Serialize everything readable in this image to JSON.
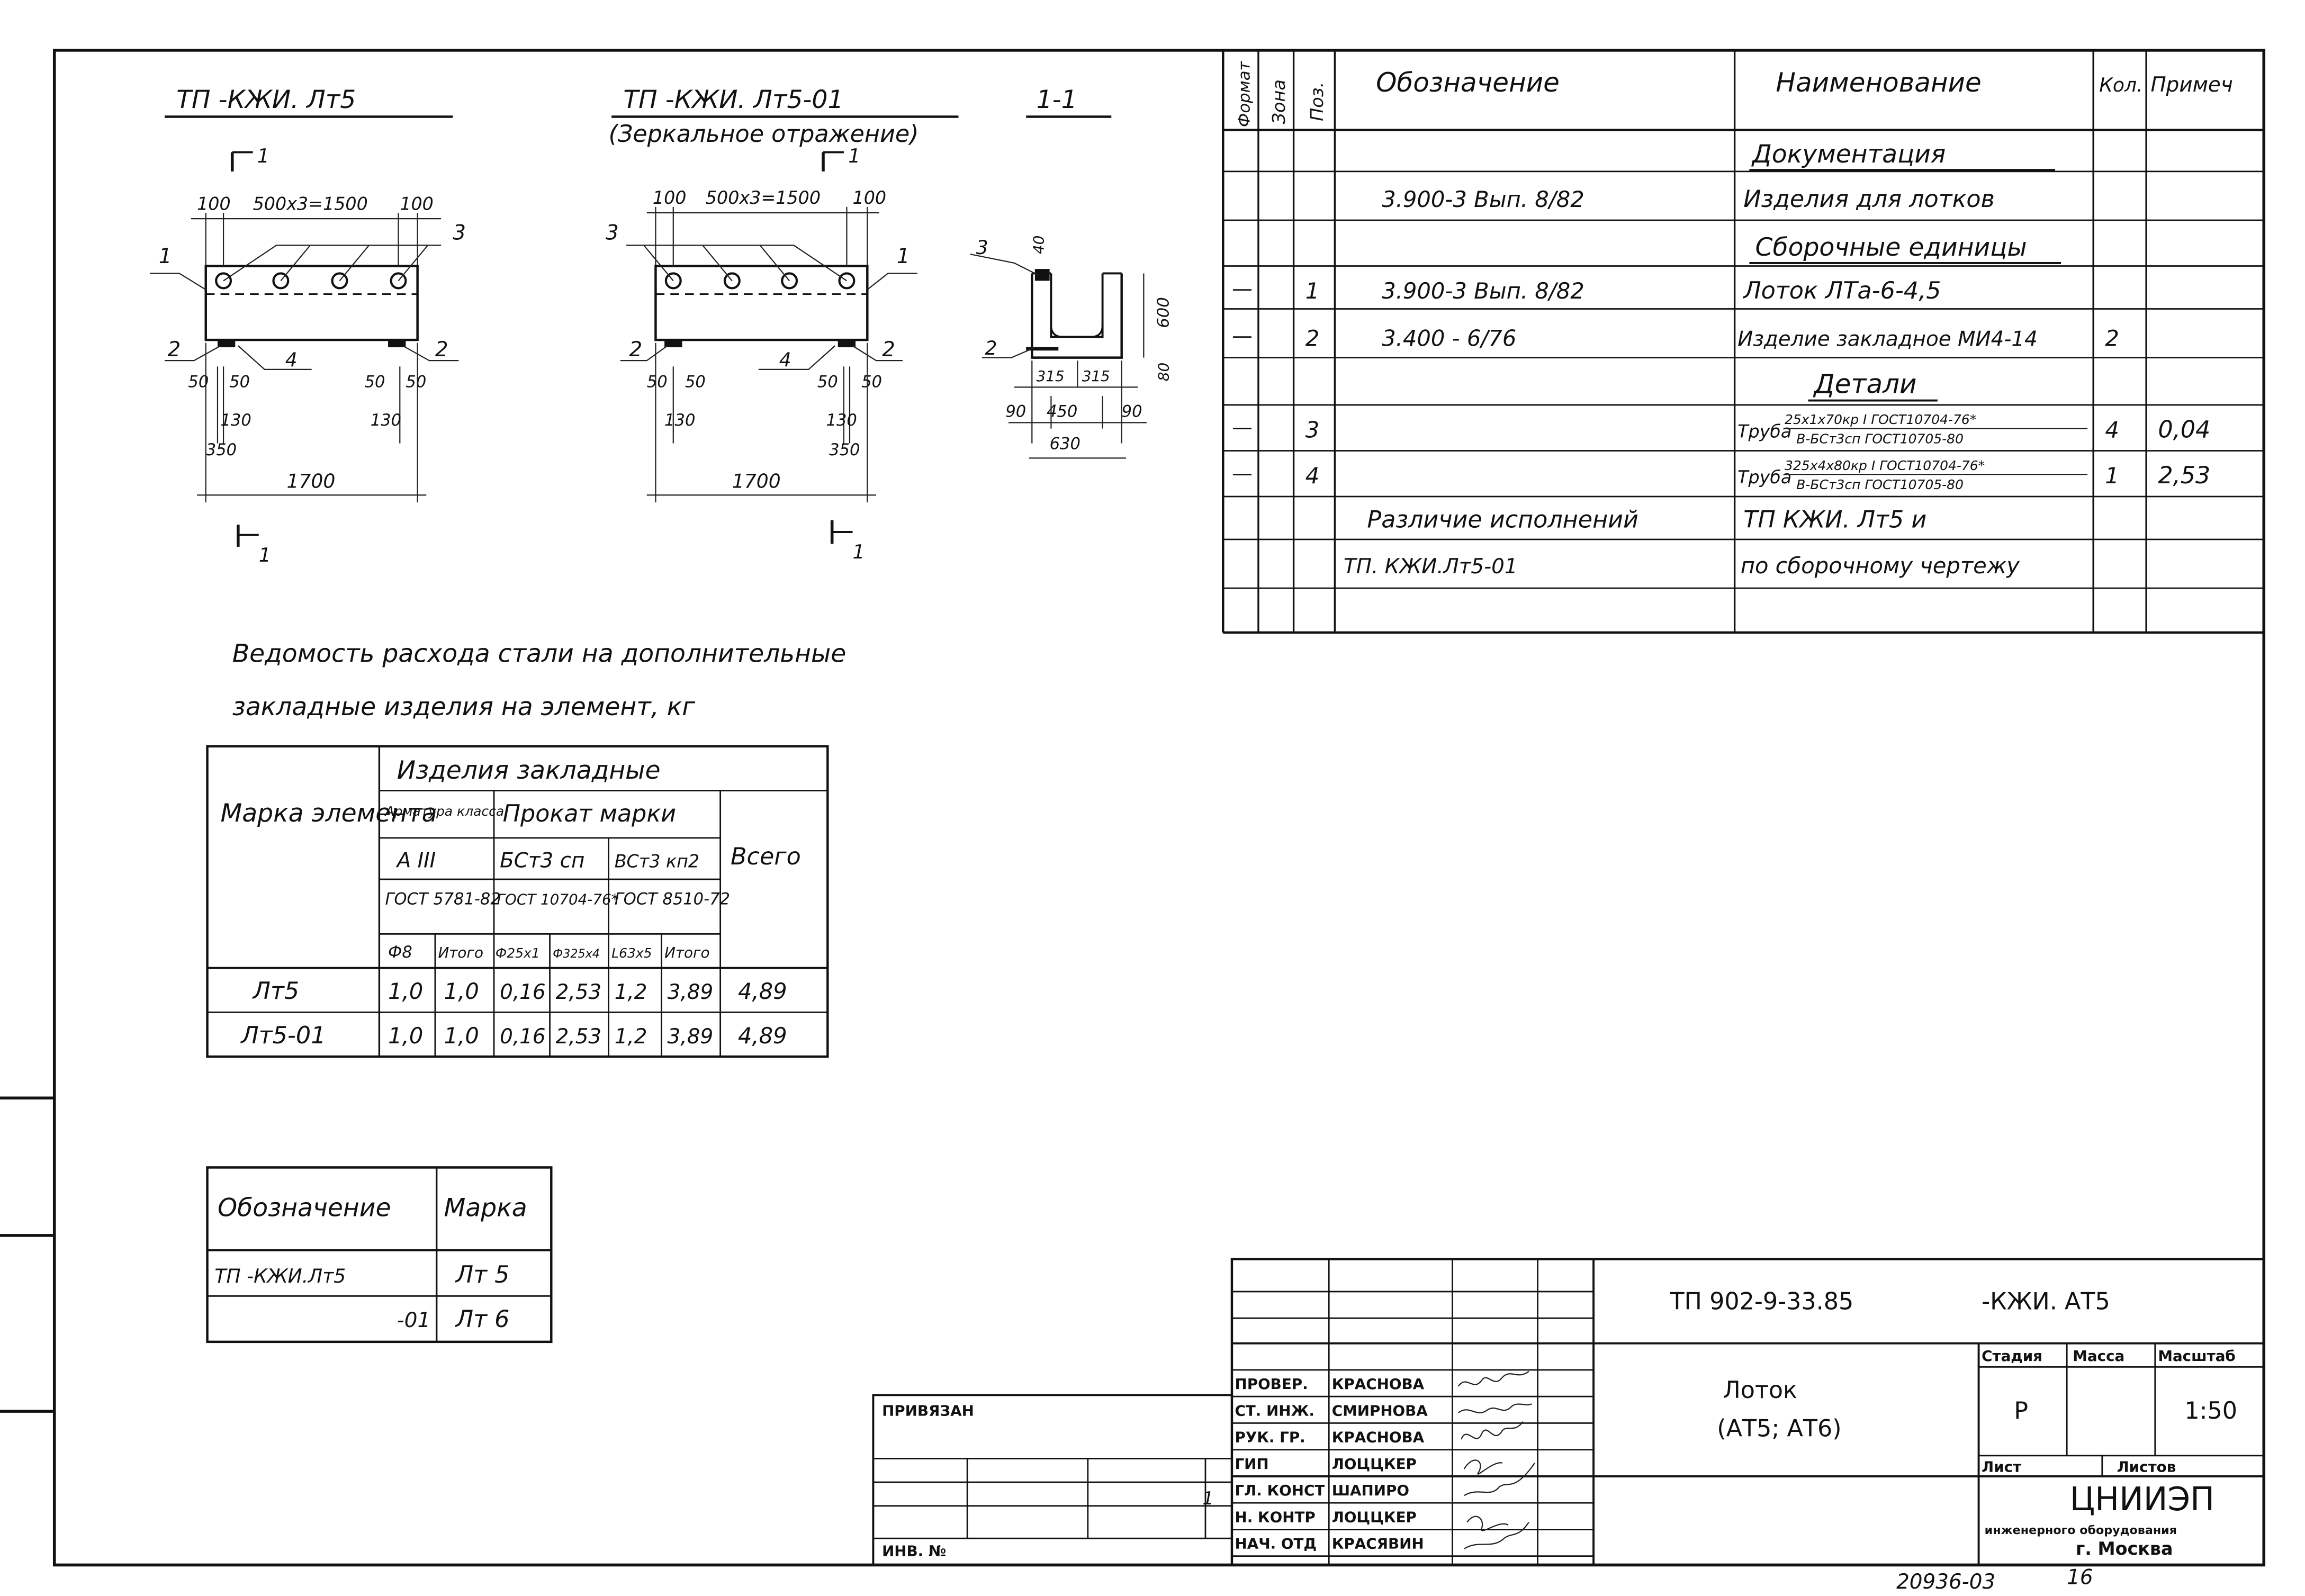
{
  "drawings": {
    "view1_title": "ТП        -КЖИ. Лт5",
    "view2_title": "ТП        -КЖИ. Лт5-01",
    "view2_subtitle": "(Зеркальное отражение)",
    "section_title": "1-1",
    "section_mark": "1",
    "dims": {
      "top_left": "100",
      "top_mid": "500x3=1500",
      "top_right": "100",
      "bot_a": "50",
      "bot_b": "50",
      "bot_c": "130",
      "bot_d": "350",
      "overall": "1700",
      "sec_40": "40",
      "sec_600": "600",
      "sec_80": "80",
      "sec_315a": "315",
      "sec_315b": "315",
      "sec_90a": "90",
      "sec_450": "450",
      "sec_90b": "90",
      "sec_630": "630"
    },
    "leaders": [
      "1",
      "2",
      "3",
      "4"
    ]
  },
  "spec_table": {
    "headers": [
      "Формат",
      "Зона",
      "Поз.",
      "Обозначение",
      "Наименование",
      "Кол.",
      "Примеч"
    ],
    "rows": [
      {
        "format": "",
        "zone": "",
        "pos": "",
        "designation": "",
        "name": "Документация",
        "qty": "",
        "note": ""
      },
      {
        "format": "",
        "zone": "",
        "pos": "",
        "designation": "3.900-3 Вып. 8/82",
        "name": "Изделия для лотков",
        "qty": "",
        "note": ""
      },
      {
        "format": "",
        "zone": "",
        "pos": "",
        "designation": "",
        "name": "Сборочные единицы",
        "qty": "",
        "note": ""
      },
      {
        "format": "—",
        "zone": "",
        "pos": "1",
        "designation": "3.900-3 Вып. 8/82",
        "name": "Лоток ЛТа-6-4,5",
        "qty": "",
        "note": ""
      },
      {
        "format": "—",
        "zone": "",
        "pos": "2",
        "designation": "3.400 - 6/76",
        "name": "Изделие закладное МИ4-14",
        "qty": "2",
        "note": ""
      },
      {
        "format": "",
        "zone": "",
        "pos": "",
        "designation": "",
        "name": "Детали",
        "qty": "",
        "note": ""
      },
      {
        "format": "—",
        "zone": "",
        "pos": "3",
        "designation": "",
        "name": "Труба",
        "name_top": "25x1x70кр I ГОСТ10704-76*",
        "name_bottom": "В-БСт3сп ГОСТ10705-80",
        "qty": "4",
        "note": "0,04"
      },
      {
        "format": "—",
        "zone": "",
        "pos": "4",
        "designation": "",
        "name": "Труба",
        "name_top": "325x4x80кр I ГОСТ10704-76*",
        "name_bottom": "В-БСт3сп ГОСТ10705-80",
        "qty": "1",
        "note": "2,53"
      },
      {
        "format": "",
        "zone": "",
        "pos": "",
        "designation": "Различие исполнений",
        "name": "ТП          КЖИ. Лт5 и",
        "qty": "",
        "note": ""
      },
      {
        "format": "",
        "zone": "",
        "pos": "",
        "designation": "ТП.             КЖИ.Лт5-01",
        "name": "по сборочному чертежу",
        "qty": "",
        "note": ""
      },
      {
        "format": "",
        "zone": "",
        "pos": "",
        "designation": "",
        "name": "",
        "qty": "",
        "note": ""
      }
    ]
  },
  "steel": {
    "title_line1": "Ведомость расхода стали на дополнительные",
    "title_line2": "закладные изделия на элемент,   кг",
    "head_mark": "Марка элемента",
    "head_group": "Изделия закладные",
    "head_arm": "Арматура класса",
    "head_prokat": "Прокат марки",
    "head_total": "Всего",
    "head_AIII": "А III",
    "head_bst": "БСт3 сп",
    "head_vst": "ВСт3 кп2",
    "gost1": "ГОСТ 5781-82",
    "gost2": "ГОСТ 10704-76*",
    "gost3": "ГОСТ 8510-72",
    "sub": [
      "Ф8",
      "Итого",
      "Ф25х1",
      "Ф325х4",
      "L63х5",
      "Итого"
    ],
    "rows": [
      {
        "mark": "Лт5",
        "vals": [
          "1,0",
          "1,0",
          "0,16",
          "2,53",
          "1,2",
          "3,89"
        ],
        "total": "4,89"
      },
      {
        "mark": "Лт5-01",
        "vals": [
          "1,0",
          "1,0",
          "0,16",
          "2,53",
          "1,2",
          "3,89"
        ],
        "total": "4,89"
      }
    ]
  },
  "marks_table": {
    "headers": [
      "Обозначение",
      "Марка"
    ],
    "rows": [
      {
        "designation": "ТП          -КЖИ.Лт5",
        "mark": "Лт 5"
      },
      {
        "designation": "-01",
        "mark": "Лт 6"
      }
    ]
  },
  "title_block": {
    "code": "ТП 902-9-33.85",
    "code_suffix": "-КЖИ. АТ5",
    "name_line1": "Лоток",
    "name_line2": "(АТ5; АТ6)",
    "stage_label": "Стадия",
    "mass_label": "Масса",
    "scale_label": "Масштаб",
    "stage": "Р",
    "scale": "1:50",
    "sheet_label": "Лист",
    "sheets_label": "Листов",
    "org_line1": "ЦНИИЭП",
    "org_line2": "инженерного оборудования",
    "org_line3": "г. Москва",
    "bound_label": "ПРИВЯЗАН",
    "inv_label": "ИНВ. №",
    "one": "1",
    "roles": [
      {
        "role": "ПРОВЕР.",
        "name": "КРАСНОВА"
      },
      {
        "role": "СТ. ИНЖ.",
        "name": "СМИРНОВА"
      },
      {
        "role": "РУК. ГР.",
        "name": "КРАСНОВА"
      },
      {
        "role": "ГИП",
        "name": "ЛОЦЦКЕР"
      },
      {
        "role": "ГЛ. КОНСТ",
        "name": "ШАПИРО"
      },
      {
        "role": "Н. КОНТР",
        "name": "ЛОЦЦКЕР"
      },
      {
        "role": "НАЧ. ОТД",
        "name": "КРАСЯВИН"
      }
    ]
  },
  "footer": {
    "number": "20936-03",
    "page": "16"
  }
}
